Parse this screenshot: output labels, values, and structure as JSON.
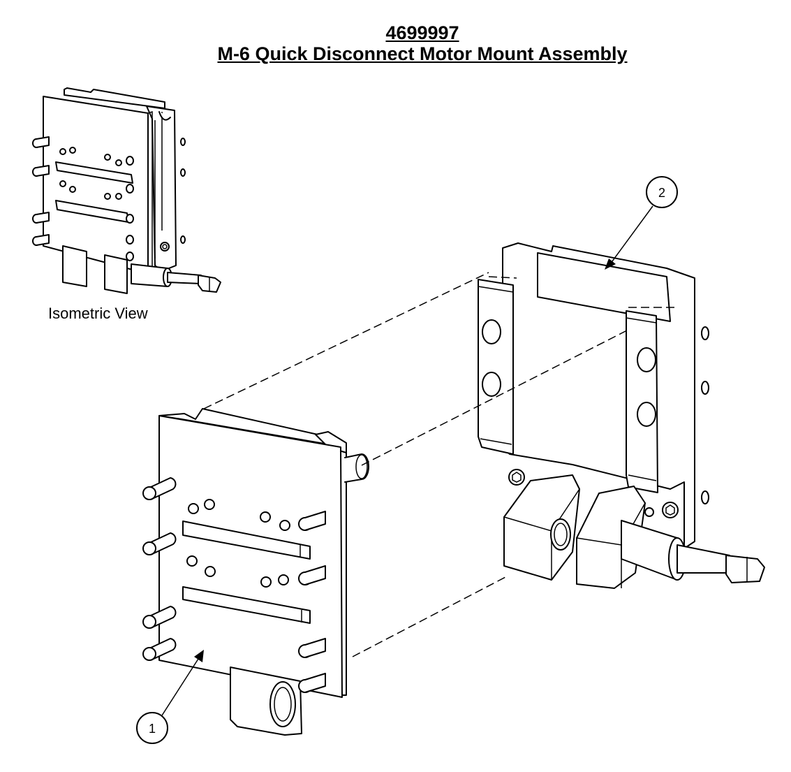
{
  "title": {
    "part_number": "4699997",
    "name": "M-6 Quick Disconnect Motor Mount Assembly"
  },
  "views": {
    "isometric_label": "Isometric View"
  },
  "balloons": [
    {
      "id": "1"
    },
    {
      "id": "2"
    }
  ]
}
